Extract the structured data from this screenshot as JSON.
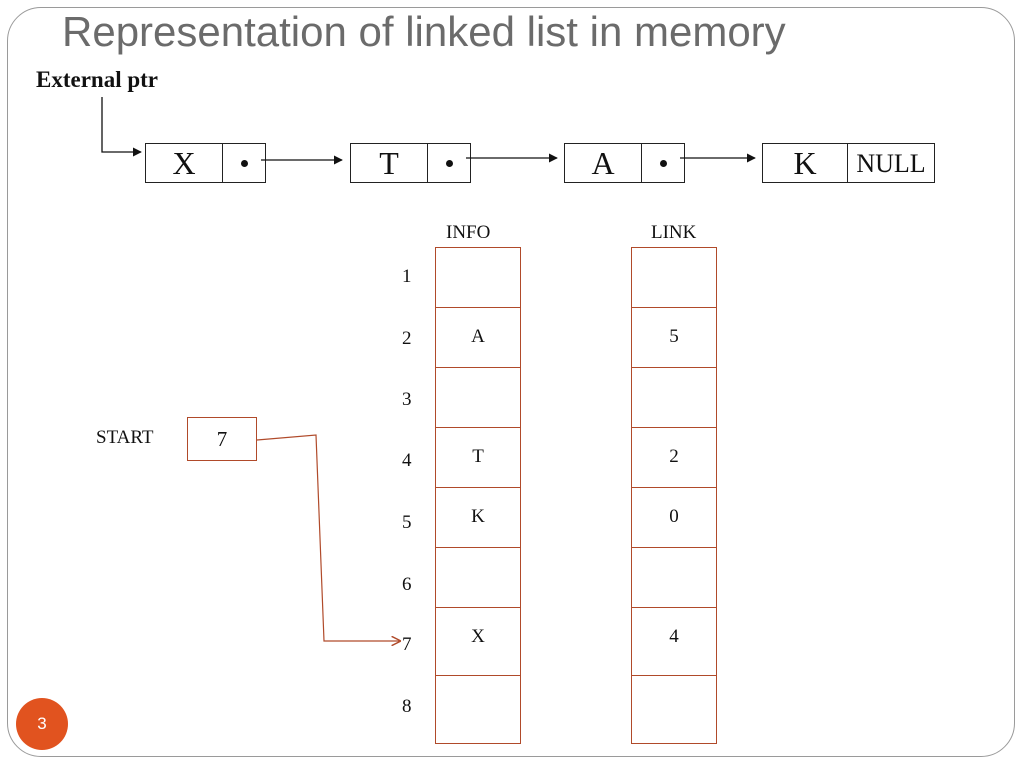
{
  "slide": {
    "title": "Representation of linked list in memory",
    "page_number": "3"
  },
  "linked_list": {
    "external_pointer_label": "External ptr",
    "nodes": [
      {
        "info": "X"
      },
      {
        "info": "T"
      },
      {
        "info": "A"
      },
      {
        "info": "K",
        "link_text": "NULL"
      }
    ]
  },
  "memory_table": {
    "info_header": "INFO",
    "link_header": "LINK",
    "rows": [
      {
        "index": "1",
        "info": "",
        "link": ""
      },
      {
        "index": "2",
        "info": "A",
        "link": "5"
      },
      {
        "index": "3",
        "info": "",
        "link": ""
      },
      {
        "index": "4",
        "info": "T",
        "link": "2"
      },
      {
        "index": "5",
        "info": "K",
        "link": "0"
      },
      {
        "index": "6",
        "info": "",
        "link": ""
      },
      {
        "index": "7",
        "info": "X",
        "link": "4"
      },
      {
        "index": "8",
        "info": "",
        "link": ""
      }
    ]
  },
  "start_pointer": {
    "label": "START",
    "value": "7"
  },
  "colors": {
    "title": "#6b6b6b",
    "table_border": "#b04a2a",
    "badge": "#e1531f"
  }
}
